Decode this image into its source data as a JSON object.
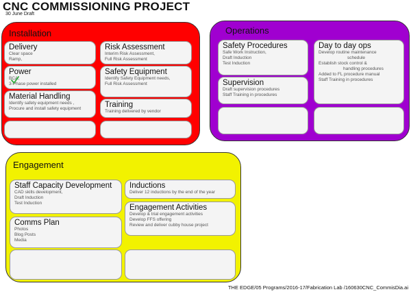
{
  "header": {
    "title": "CNC COMMISSIONING PROJECT",
    "subtitle": "30 June Draft"
  },
  "colors": {
    "installation": "#ff0000",
    "operations": "#a000d0",
    "engagement": "#f2f200",
    "check": "#2eaa3a"
  },
  "installation": {
    "title": "Installation",
    "cards": [
      {
        "title": "Delivery",
        "lines": [
          "Clear space",
          "Ramp,"
        ]
      },
      {
        "title": "Risk Assessment",
        "lines": [
          "Interim Risk Assessment,",
          "Full Risk Assessment"
        ]
      },
      {
        "title": "Power",
        "lines": [
          "BCA,",
          "3-Phase power installed"
        ]
      },
      {
        "title": "Safety Equipment",
        "lines": [
          "Identify Safety Equipment needs,",
          "Full Risk Assessment"
        ]
      },
      {
        "title": "Material Handling",
        "lines": [
          "Identify safety equipment needs ,",
          "Procure and install safety equipment"
        ]
      },
      {
        "title": "Training",
        "lines": [
          "Training delivered by vendor"
        ]
      }
    ]
  },
  "operations": {
    "title": "Operations",
    "cards": [
      {
        "title": "Safety Procedures",
        "lines": [
          "Safe Work Instruction,",
          "Draft Induction",
          "Test Induction"
        ]
      },
      {
        "title": "Day to day ops",
        "lines": [
          "Develop routine maintenance",
          "schedule",
          "Establish stock control &",
          "handling procedures",
          "Added to FL procedure manual",
          "Staff Training in procedures"
        ]
      },
      {
        "title": "Supervision",
        "lines": [
          "Draft supervision procedures",
          "Staff Training in procedures"
        ]
      }
    ]
  },
  "engagement": {
    "title": "Engagement",
    "cards": [
      {
        "title": "Staff Capacity Development",
        "lines": [
          "CAD skills development,",
          "Draft Induction",
          "Test Induction"
        ]
      },
      {
        "title": "Inductions",
        "lines": [
          "Deliver 12 inductions by the end of the year"
        ]
      },
      {
        "title": "Engagement Activities",
        "lines": [
          "Develop & trial engagement activities",
          "Develop FFS offering",
          "Review and deliver cubby house project"
        ]
      },
      {
        "title": "Comms Plan",
        "lines": [
          "Photos",
          "Blog Posts",
          "Media"
        ]
      }
    ]
  },
  "footer": {
    "path": "THE EDGE/05 Programs/2016-17/Fabrication Lab /160630CNC_CommisDia.ai"
  }
}
